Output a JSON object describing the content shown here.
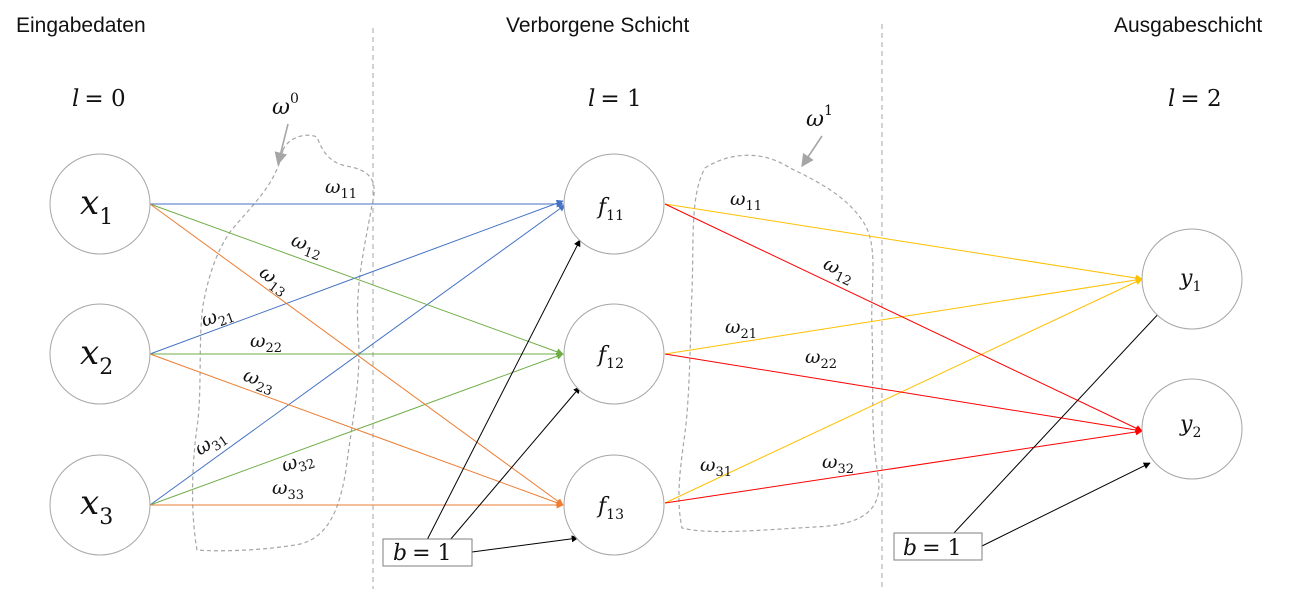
{
  "sections": {
    "input": "Eingabedaten",
    "hidden": "Verborgene Schicht",
    "output": "Ausgabeschicht"
  },
  "layer_labels": [
    {
      "var": "l",
      "eq": "= 0"
    },
    {
      "var": "l",
      "eq": "= 1"
    },
    {
      "var": "l",
      "eq": "= 2"
    }
  ],
  "input_nodes": [
    {
      "base": "x",
      "sub": "1"
    },
    {
      "base": "x",
      "sub": "2"
    },
    {
      "base": "x",
      "sub": "3"
    }
  ],
  "hidden_nodes": [
    {
      "base": "f",
      "sub": "11"
    },
    {
      "base": "f",
      "sub": "12"
    },
    {
      "base": "f",
      "sub": "13"
    }
  ],
  "output_nodes": [
    {
      "base": "y",
      "sub": "1"
    },
    {
      "base": "y",
      "sub": "2"
    }
  ],
  "weight_groups": [
    {
      "base": "ω",
      "sup": "0"
    },
    {
      "base": "ω",
      "sup": "1"
    }
  ],
  "weights_layer0": [
    {
      "base": "ω",
      "sub": "11"
    },
    {
      "base": "ω",
      "sub": "12"
    },
    {
      "base": "ω",
      "sub": "13"
    },
    {
      "base": "ω",
      "sub": "21"
    },
    {
      "base": "ω",
      "sub": "22"
    },
    {
      "base": "ω",
      "sub": "23"
    },
    {
      "base": "ω",
      "sub": "31"
    },
    {
      "base": "ω",
      "sub": "32"
    },
    {
      "base": "ω",
      "sub": "33"
    }
  ],
  "weights_layer1": [
    {
      "base": "ω",
      "sub": "11"
    },
    {
      "base": "ω",
      "sub": "12"
    },
    {
      "base": "ω",
      "sub": "21"
    },
    {
      "base": "ω",
      "sub": "22"
    },
    {
      "base": "ω",
      "sub": "31"
    },
    {
      "base": "ω",
      "sub": "32"
    }
  ],
  "bias_boxes": [
    {
      "var": "b",
      "eq": "= 1"
    },
    {
      "var": "b",
      "eq": "= 1"
    }
  ],
  "colors": {
    "x1_edges": "#4472c4",
    "x2_edges": "#70ad47",
    "x3_edges": "#ed7d31",
    "to_y1_edges": "#ffc000",
    "to_y2_edges": "#ff0000",
    "bias_edges": "#000000",
    "node_stroke": "#a6a6a6",
    "divider": "#a6a6a6"
  }
}
